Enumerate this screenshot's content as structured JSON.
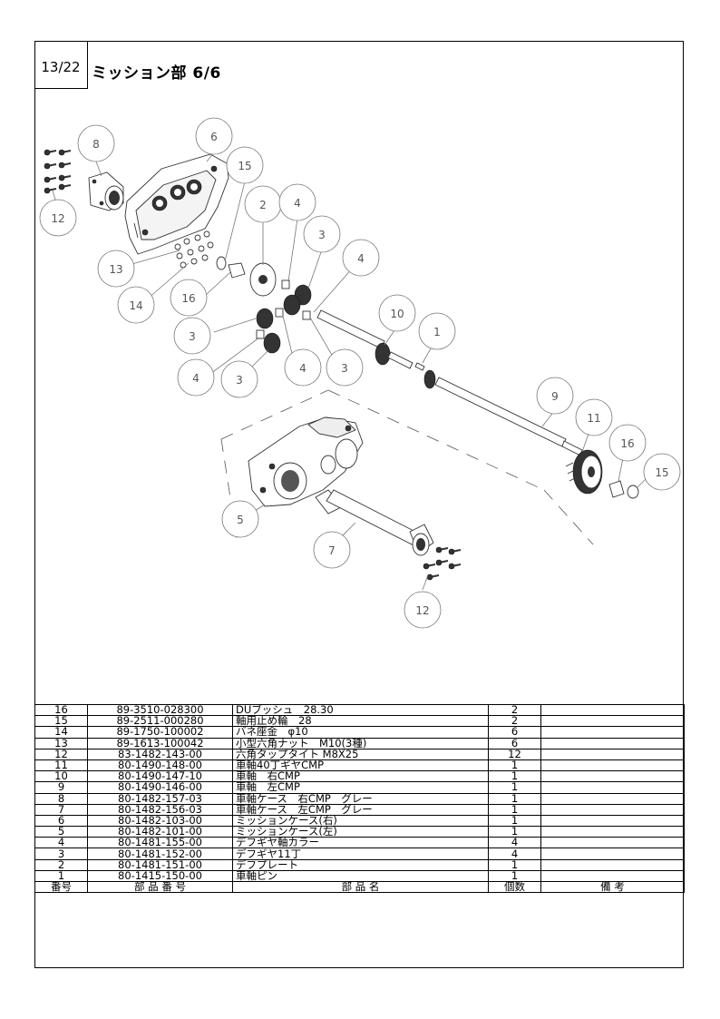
{
  "page": {
    "number": "13/22",
    "title": "ミッション部 6/6"
  },
  "callouts": [
    "1",
    "2",
    "3",
    "3",
    "3",
    "3",
    "4",
    "4",
    "4",
    "4",
    "5",
    "6",
    "7",
    "8",
    "9",
    "10",
    "11",
    "12",
    "12",
    "13",
    "14",
    "15",
    "15",
    "16",
    "16"
  ],
  "parts": {
    "header": {
      "no": "番号",
      "part_number": "部 品 番 号",
      "name": "部 品 名",
      "qty": "個数",
      "remarks": "備 考"
    },
    "rows": [
      {
        "no": "16",
        "part_number": "89-3510-028300",
        "name": "DUブッシュ　28.30",
        "qty": "2",
        "remarks": ""
      },
      {
        "no": "15",
        "part_number": "89-2511-000280",
        "name": "軸用止め輪　28",
        "qty": "2",
        "remarks": ""
      },
      {
        "no": "14",
        "part_number": "89-1750-100002",
        "name": "バネ座金　φ10",
        "qty": "6",
        "remarks": ""
      },
      {
        "no": "13",
        "part_number": "89-1613-100042",
        "name": "小型六角ナット　M10(3種)",
        "qty": "6",
        "remarks": ""
      },
      {
        "no": "12",
        "part_number": "83-1482-143-00",
        "name": "六角タップタイト M8X25",
        "qty": "12",
        "remarks": ""
      },
      {
        "no": "11",
        "part_number": "80-1490-148-00",
        "name": "車軸40丁ギヤCMP",
        "qty": "1",
        "remarks": ""
      },
      {
        "no": "10",
        "part_number": "80-1490-147-10",
        "name": "車軸　右CMP",
        "qty": "1",
        "remarks": ""
      },
      {
        "no": "9",
        "part_number": "80-1490-146-00",
        "name": "車軸　左CMP",
        "qty": "1",
        "remarks": ""
      },
      {
        "no": "8",
        "part_number": "80-1482-157-03",
        "name": "車軸ケース　右CMP　グレー",
        "qty": "1",
        "remarks": ""
      },
      {
        "no": "7",
        "part_number": "80-1482-156-03",
        "name": "車軸ケース　左CMP　グレー",
        "qty": "1",
        "remarks": ""
      },
      {
        "no": "6",
        "part_number": "80-1482-103-00",
        "name": "ミッションケース(右)",
        "qty": "1",
        "remarks": ""
      },
      {
        "no": "5",
        "part_number": "80-1482-101-00",
        "name": "ミッションケース(左)",
        "qty": "1",
        "remarks": ""
      },
      {
        "no": "4",
        "part_number": "80-1481-155-00",
        "name": "デフギヤ軸カラー",
        "qty": "4",
        "remarks": ""
      },
      {
        "no": "3",
        "part_number": "80-1481-152-00",
        "name": "デフギヤ11丁",
        "qty": "4",
        "remarks": ""
      },
      {
        "no": "2",
        "part_number": "80-1481-151-00",
        "name": "デフプレート",
        "qty": "1",
        "remarks": ""
      },
      {
        "no": "1",
        "part_number": "80-1415-150-00",
        "name": "車軸ピン",
        "qty": "1",
        "remarks": ""
      }
    ]
  }
}
